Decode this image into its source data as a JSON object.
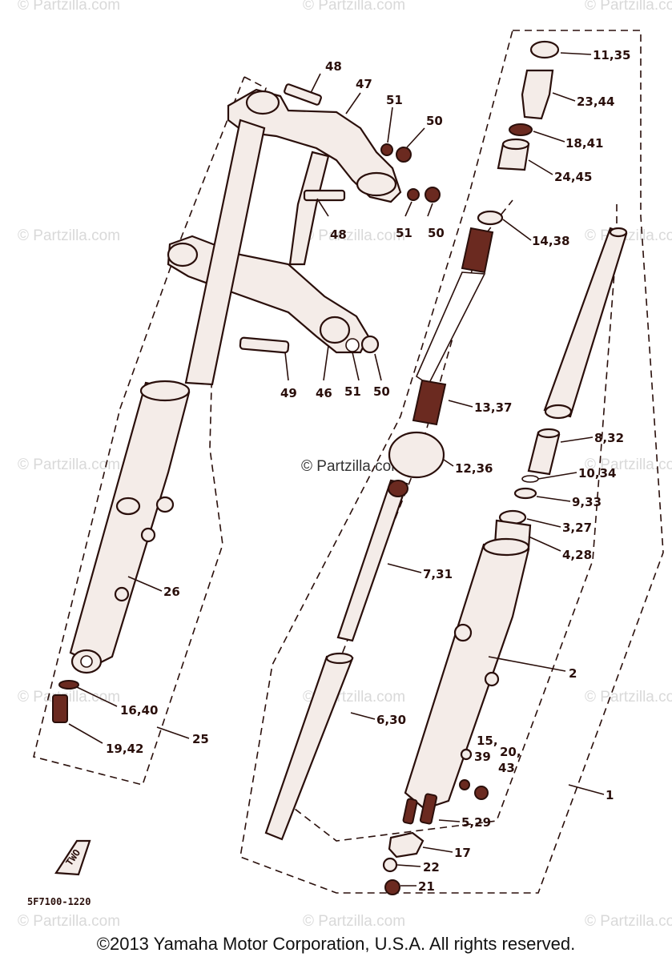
{
  "watermark": "© Partzilla.com",
  "copyright": "©2013 Yamaha Motor Corporation, U.S.A. All rights reserved.",
  "diagram_code": "5F7100-1220",
  "two_badge": "TWO",
  "callouts": {
    "c1": "1",
    "c2": "2",
    "c3_27": "3,27",
    "c4_28": "4,28",
    "c5_29": "5,29",
    "c6_30": "6,30",
    "c7_31": "7,31",
    "c8_32": "8,32",
    "c9_33": "9,33",
    "c10_34": "10,34",
    "c11_35": "11,35",
    "c12_36": "12,36",
    "c13_37": "13,37",
    "c14_38": "14,38",
    "c15": "15,",
    "c39": "39",
    "c16_40": "16,40",
    "c17": "17",
    "c18_41": "18,41",
    "c19_42": "19,42",
    "c20": "20,",
    "c43": "43",
    "c21": "21",
    "c22": "22",
    "c23_44": "23,44",
    "c24_45": "24,45",
    "c25": "25",
    "c26": "26",
    "c46": "46",
    "c47": "47",
    "c48a": "48",
    "c48b": "48",
    "c49": "49",
    "c50a": "50",
    "c50b": "50",
    "c50c": "50",
    "c51a": "51",
    "c51b": "51",
    "c51c": "51"
  }
}
